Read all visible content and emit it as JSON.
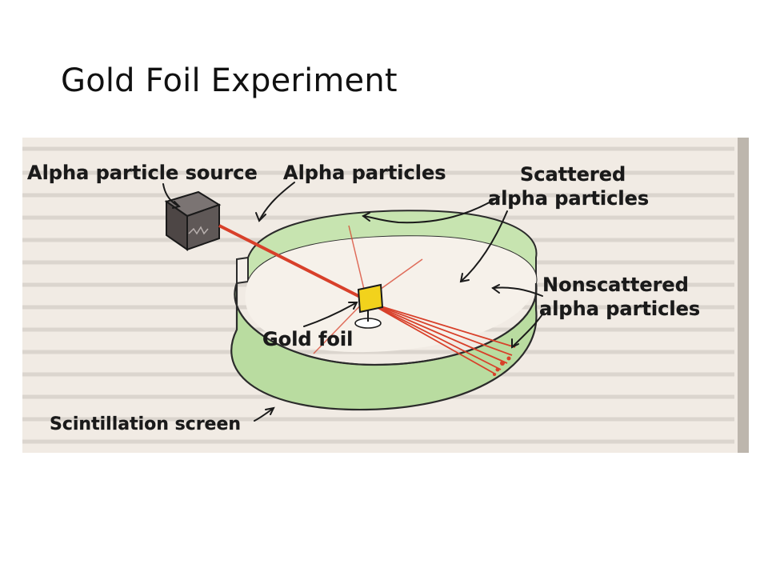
{
  "slide": {
    "title": "Gold Foil Experiment"
  },
  "diagram": {
    "labels": {
      "alpha_source": "Alpha particle source",
      "alpha_particles": "Alpha particles",
      "scattered_line1": "Scattered",
      "scattered_line2": "alpha particles",
      "nonscattered_line1": "Nonscattered",
      "nonscattered_line2": "alpha particles",
      "gold_foil": "Gold foil",
      "scintillation_screen": "Scintillation screen"
    },
    "colors": {
      "screen_green": "#b9dca0",
      "screen_outline": "#2b2b2b",
      "beam_red": "#d8402a",
      "foil_yellow": "#f2d21c",
      "source_box": "#5a5352",
      "page_paper": "#f4efe9"
    }
  }
}
